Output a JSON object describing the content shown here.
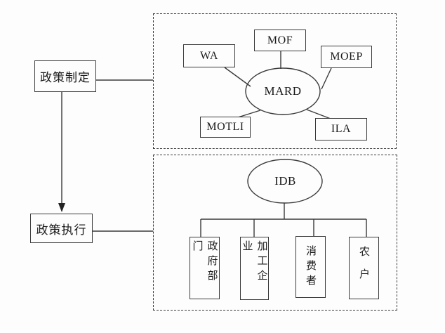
{
  "left_column": {
    "policy_making": "政策制定",
    "policy_execution": "政策执行"
  },
  "ministries_group": {
    "center": "MARD",
    "wa": "WA",
    "mof": "MOF",
    "moep": "MOEP",
    "motli": "MOTLI",
    "ila": "ILA"
  },
  "implementation_group": {
    "center": "IDB",
    "government_departments": "政府部门",
    "processing_enterprises": "加工企业",
    "consumers": "消费者",
    "farmers": "农户"
  },
  "colors": {
    "line": "#3a3a3a",
    "background": "#fdfdfd",
    "text": "#1a1a1a"
  }
}
